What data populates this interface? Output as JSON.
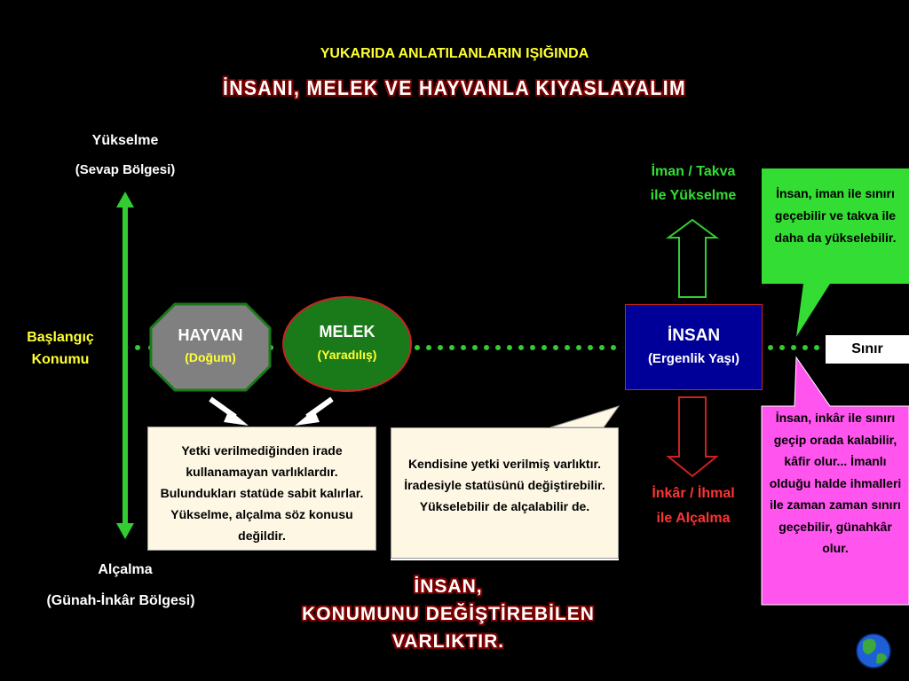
{
  "header": {
    "subtitle": "YUKARIDA ANLATILANLARIN IŞIĞINDA",
    "title": "İNSANI, MELEK VE HAYVANLA KIYASLAYALIM"
  },
  "axis": {
    "top_label": "Yükselme",
    "top_sub": "(Sevap Bölgesi)",
    "bottom_label": "Alçalma",
    "bottom_sub": "(Günah-İnkâr Bölgesi)",
    "start_line1": "Başlangıç",
    "start_line2": "Konumu"
  },
  "hayvan": {
    "name": "HAYVAN",
    "sub": "(Doğum)"
  },
  "melek": {
    "name": "MELEK",
    "sub": "(Yaradılış)"
  },
  "insan": {
    "name": "İNSAN",
    "sub": "(Ergenlik Yaşı)"
  },
  "up": {
    "line1": "İman / Takva",
    "line2": "ile Yükselme"
  },
  "down": {
    "line1": "İnkâr / İhmal",
    "line2": "ile Alçalma"
  },
  "boundary": {
    "label": "Sınır"
  },
  "notes": {
    "animals_angels": "Yetki verilmediğinden irade kullanamayan varlıklardır. Bulundukları statüde sabit kalırlar. Yükselme, alçalma söz konusu değildir.",
    "human": "Kendisine yetki verilmiş varlıktır. İradesiyle statüsünü değiştirebilir. Yükselebilir de alçalabilir de.",
    "green_bubble": "İnsan, iman ile sınırı geçebilir ve takva ile daha da yükselebilir.",
    "pink_bubble": "İnsan, inkâr ile sınırı geçip orada kalabilir, kâfir olur... İmanlı olduğu halde ihmalleri ile zaman zaman sınırı geçebilir, günahkâr olur."
  },
  "footer": {
    "line1": "İNSAN,",
    "line2": "KONUMUNU DEĞİŞTİREBİLEN",
    "line3": "VARLIKTIR."
  },
  "colors": {
    "background": "#000000",
    "subtitle": "#ffff33",
    "axis_arrow": "#33cc33",
    "dots": "#33cc33",
    "hayvan_fill": "#808080",
    "melek_fill": "#1a7a1a",
    "insan_fill": "#000099",
    "green_bubble": "#33dd33",
    "pink_bubble": "#ff55ee",
    "note_fill": "#fdf7e4"
  },
  "icons": {
    "globe": "globe-icon"
  }
}
